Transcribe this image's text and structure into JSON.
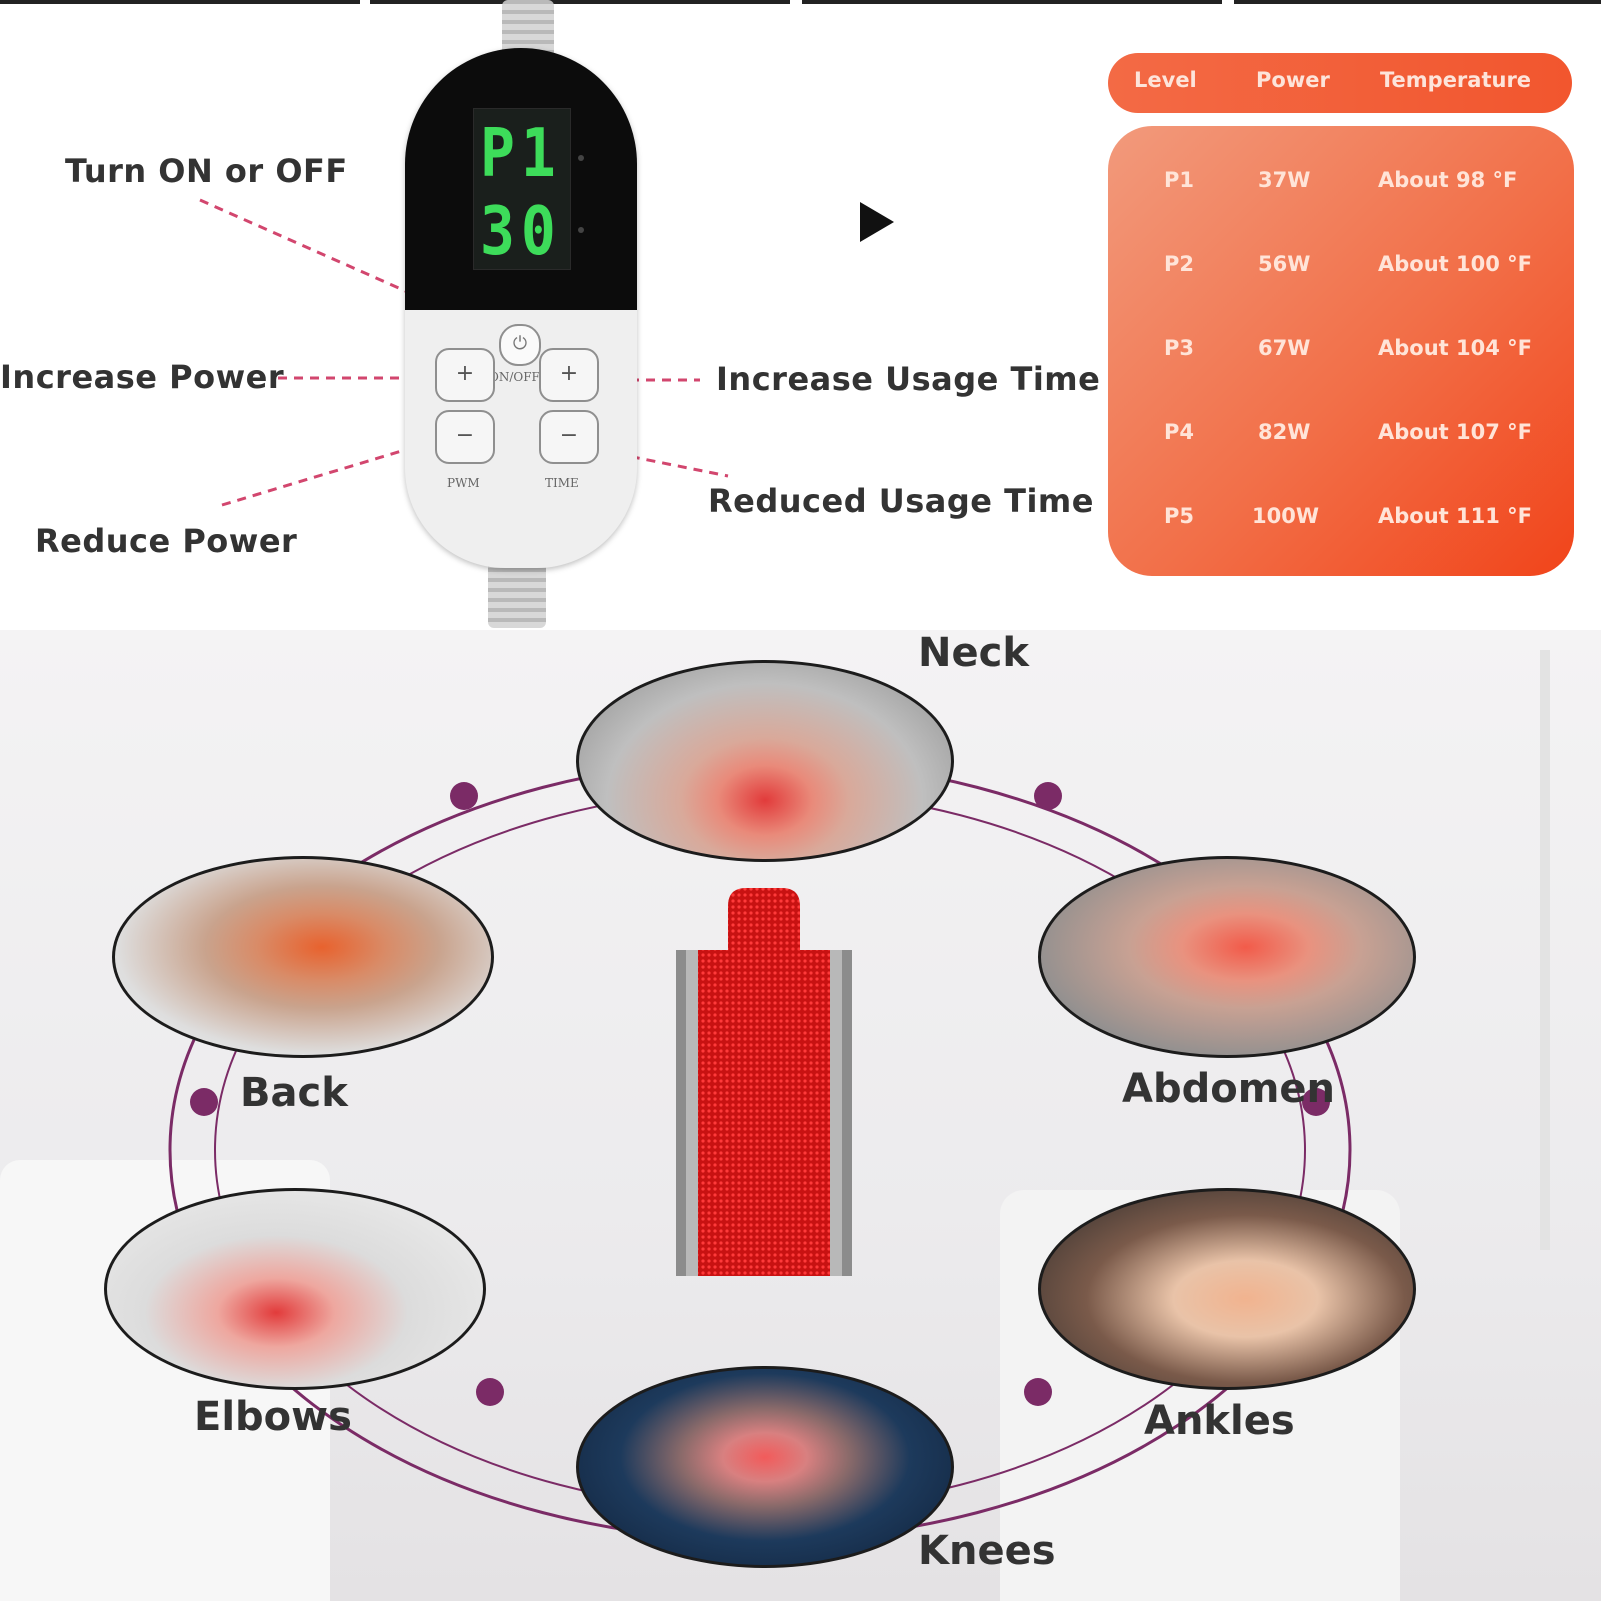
{
  "controls": {
    "turn_on_off": "Turn ON or OFF",
    "increase_power": "Increase Power",
    "reduce_power": "Reduce Power",
    "increase_usage_time": "Increase Usage Time",
    "reduced_usage_time": "Reduced Usage Time"
  },
  "remote": {
    "display_level": "P1",
    "display_time": "30",
    "plus_glyph": "+",
    "minus_glyph": "−",
    "onoff_label": "ON/OFF",
    "pwm_label": "PWM",
    "time_label": "TIME"
  },
  "table": {
    "headers": [
      "Level",
      "Power",
      "Temperature"
    ],
    "rows": [
      [
        "P1",
        "37W",
        "About 98 °F"
      ],
      [
        "P2",
        "56W",
        "About 100 °F"
      ],
      [
        "P3",
        "67W",
        "About 104 °F"
      ],
      [
        "P4",
        "82W",
        "About 107 °F"
      ],
      [
        "P5",
        "100W",
        "About 111 °F"
      ]
    ]
  },
  "body_parts": {
    "neck": "Neck",
    "back": "Back",
    "abdomen": "Abdomen",
    "elbows": "Elbows",
    "ankles": "Ankles",
    "knees": "Knees"
  },
  "colors": {
    "table_orange": "#f2562e",
    "ring_purple": "#7b2b66",
    "led_green": "#3ddc5a",
    "leader_pink": "#d2466e"
  }
}
